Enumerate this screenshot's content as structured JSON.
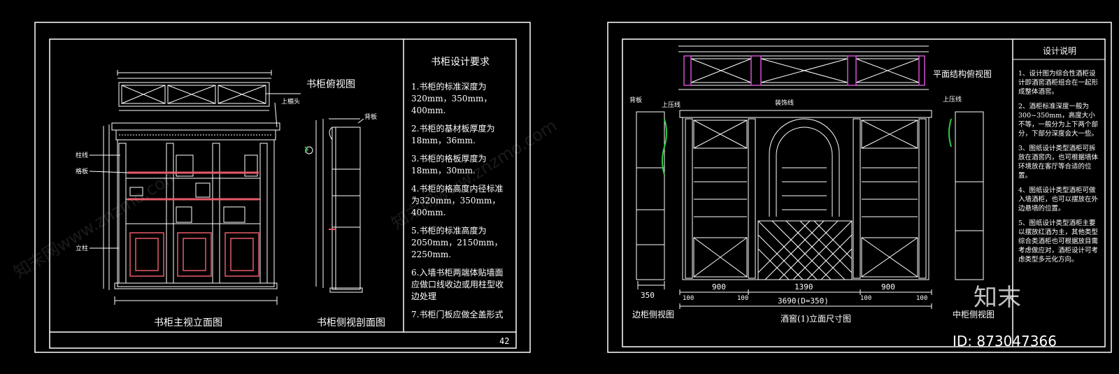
{
  "left_sheet": {
    "top_view_title": "书柜俯视图",
    "front_title": "书柜主视立面图",
    "side_title": "书柜侧视剖面图",
    "page_number": "42",
    "callouts": {
      "top_head": "上楣头",
      "col_line": "柱线",
      "shelf": "格板",
      "column": "立柱",
      "back_board": "背板"
    },
    "requirements_title": "书柜设计要求",
    "requirements": [
      "1.书柜的标准深度为320mm，350mm，400mm.",
      "2.书柜的基材板厚度为18mm，36mm.",
      "3.书柜的格板厚度为18mm，30mm.",
      "4.书柜的格高度内径标准为320mm，350mm，400mm.",
      "5.书柜的标准高度为2050mm，2150mm，2250mm.",
      "6.入墙书柜两端体贴墙面应做口线收边或用柱型收边处理",
      "7.书柜门板应做全盖形式"
    ]
  },
  "right_sheet": {
    "plan_title": "平面结构俯视图",
    "side_title_left": "边柜侧视图",
    "elevation_title": "酒窖(1)立面尺寸图",
    "side_title_right": "中柜侧视图",
    "callouts": {
      "back": "背板",
      "top_line": "上压线",
      "deco": "装饰线",
      "top_line_right": "上压线"
    },
    "dimensions": {
      "side_width": "350",
      "seg_left": "900",
      "seg_mid": "1390",
      "seg_right": "900",
      "total": "3690(D=350)",
      "small_1": "100",
      "small_2": "100",
      "small_3": "100",
      "small_4": "100"
    },
    "notes_title": "设计说明",
    "notes": [
      "1、设计图为综合性酒柜设计即酒窖酒柜组合在一起形成整体酒窖。",
      "2、酒柜标准深度一般为300~350mm，高度大小不等，一般分为上下两个部分，下部分深度会大一些。",
      "3、图纸设计类型酒柜可拆放在酒窖内，也可根据墙体环境放在客厅等合适的位置。",
      "4、图纸设计类型酒柜可做入墙酒柜，也可以摆放在外边悬墙的位置。",
      "5、图纸设计类型酒柜主要以摆放红酒为主，其他类型综合类酒柜也可根据放目需考虑做应对，酒柜设计可考虑类型多元化方向。"
    ]
  },
  "watermark": {
    "text_a": "知末网www.znzmo.com",
    "logo_text": "知末",
    "id_text": "ID: 873047366"
  },
  "colors": {
    "background": "#000000",
    "line": "#ffffff",
    "accent_red": "#e85a6a",
    "accent_magenta": "#d64fd6",
    "accent_green": "#2ecc40"
  }
}
